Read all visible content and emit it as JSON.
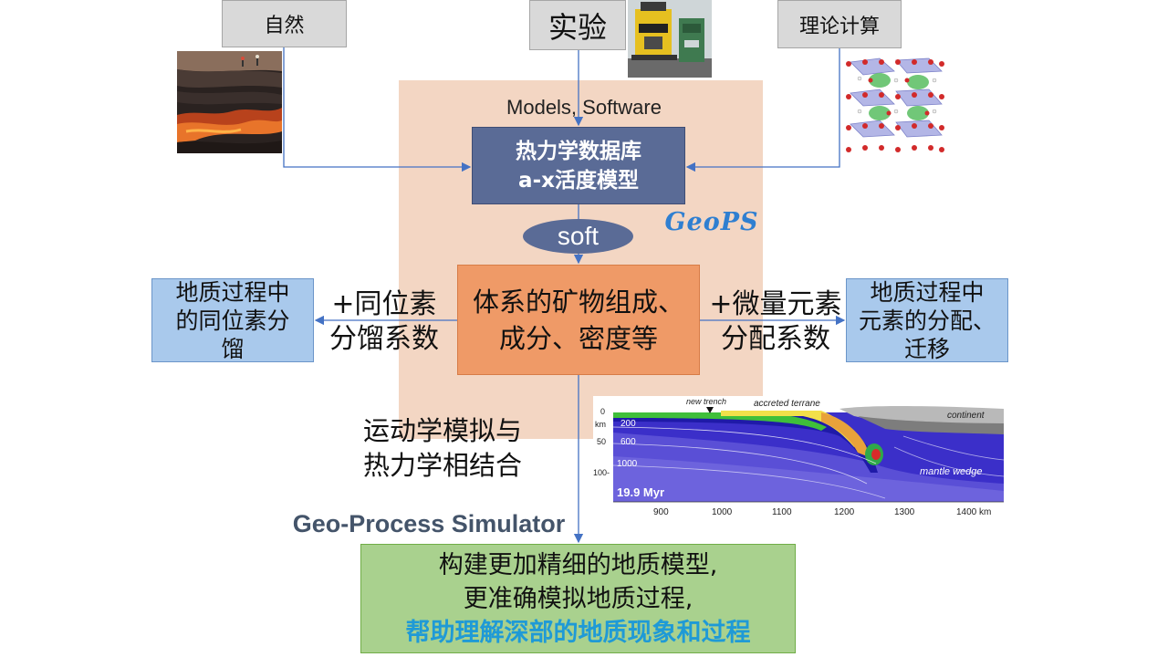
{
  "sources": {
    "nature": "自然",
    "experiment": "实验",
    "theory": "理论计算"
  },
  "models_label": "Models,   Software",
  "database_box": {
    "line1": "热力学数据库",
    "line2": "a-x活度模型"
  },
  "geops_label": "GeoPS",
  "soft_label": "soft",
  "system_box": {
    "line1": "体系的矿物组成、",
    "line2": "成分、密度等"
  },
  "isotope_text": {
    "line1": "+同位素",
    "line2": "分馏系数"
  },
  "trace_text": {
    "line1": "+微量元素",
    "line2": "分配系数"
  },
  "left_box": {
    "line1": "地质过程中",
    "line2": "的同位素分",
    "line3": "馏"
  },
  "right_box": {
    "line1": "地质过程中",
    "line2": "元素的分配、",
    "line3": "迁移"
  },
  "kinematic_text": {
    "line1": "运动学模拟与",
    "line2": "热力学相结合"
  },
  "simulator_label": "Geo-Process Simulator",
  "result_box": {
    "line1": "构建更加精细的地质模型,",
    "line2": "更准确模拟地质过程,",
    "line3": "帮助理解深部的地质现象和过程"
  },
  "subduction_figure": {
    "labels": {
      "new_trench": "new trench",
      "accreted_terrane": "accreted terrane",
      "continent": "continent",
      "mantle_wedge": "mantle wedge",
      "time": "19.9 Myr"
    },
    "depth_ticks": [
      "0",
      "km",
      "50",
      "100-"
    ],
    "isotherms": [
      "200",
      "600",
      "1000"
    ],
    "x_ticks": [
      "900",
      "1000",
      "1100",
      "1200",
      "1300",
      "1400 km"
    ]
  },
  "colors": {
    "database_fill": "#5a6b96",
    "system_fill": "#ef9a67",
    "side_box_fill": "#a9c9ec",
    "result_fill": "#a9d18e",
    "region_fill": "#f3d6c3",
    "arrow": "#4472c4",
    "geops_text": "#2f7fd1",
    "highlight_text": "#1f9ad6"
  }
}
